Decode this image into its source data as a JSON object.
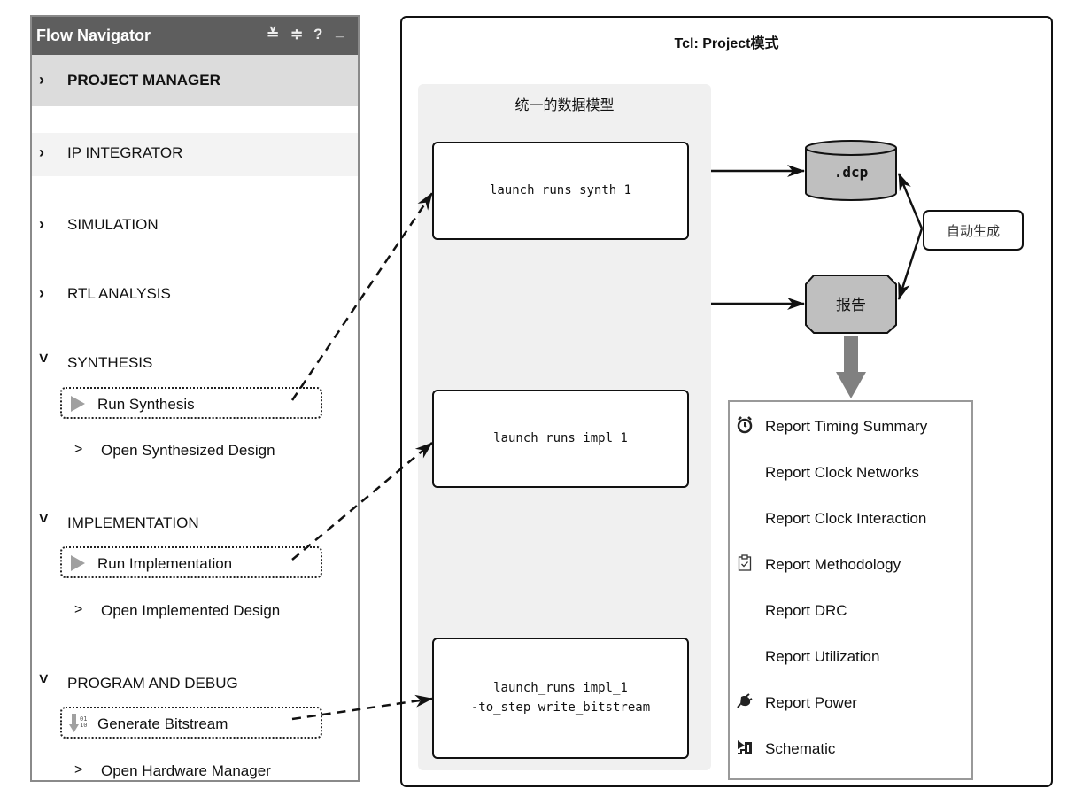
{
  "navigator": {
    "title": "Flow Navigator",
    "header_icons": [
      "collapse-all-icon",
      "expand-all-icon",
      "help-icon",
      "minimize-icon"
    ],
    "header_glyphs": [
      "≚",
      "≑",
      "?",
      "_"
    ],
    "sections": [
      {
        "label": "PROJECT MANAGER",
        "chevron": "›",
        "expanded": false,
        "selected": true
      },
      {
        "label": "IP INTEGRATOR",
        "chevron": "›",
        "expanded": false
      },
      {
        "label": "SIMULATION",
        "chevron": "›",
        "expanded": false
      },
      {
        "label": "RTL ANALYSIS",
        "chevron": "›",
        "expanded": false
      },
      {
        "label": "SYNTHESIS",
        "chevron": "˅",
        "expanded": true,
        "run": "Run Synthesis",
        "open": "Open Synthesized Design"
      },
      {
        "label": "IMPLEMENTATION",
        "chevron": "˅",
        "expanded": true,
        "run": "Run Implementation",
        "open": "Open Implemented Design"
      },
      {
        "label": "PROGRAM AND DEBUG",
        "chevron": "˅",
        "expanded": true,
        "run": "Generate Bitstream",
        "open": "Open Hardware Manager"
      }
    ],
    "sub_chevron": ">"
  },
  "diagram": {
    "title": "Tcl: Project模式",
    "model_title": "统一的数据模型",
    "commands": [
      "launch_runs synth_1",
      "launch_runs impl_1",
      "launch_runs impl_1\n-to_step write_bitstream"
    ],
    "dcp_label": ".dcp",
    "report_label": "报告",
    "auto_label": "自动生成",
    "reports": [
      {
        "label": "Report Timing Summary",
        "icon": "stopwatch-icon"
      },
      {
        "label": "Report Clock Networks",
        "icon": ""
      },
      {
        "label": "Report Clock Interaction",
        "icon": ""
      },
      {
        "label": "Report Methodology",
        "icon": "clipboard-check-icon"
      },
      {
        "label": "Report DRC",
        "icon": ""
      },
      {
        "label": "Report Utilization",
        "icon": ""
      },
      {
        "label": "Report Power",
        "icon": "power-plug-icon"
      },
      {
        "label": "Schematic",
        "icon": "schematic-icon"
      }
    ]
  },
  "colors": {
    "header_bg": "#5e5e5e",
    "selected_bg": "#dcdcdc",
    "alt_bg": "#f3f3f3",
    "model_bg": "#f0f0f0",
    "node_fill": "#bfbfbf",
    "run_icon": "#a0a0a0",
    "big_arrow": "#808080"
  }
}
